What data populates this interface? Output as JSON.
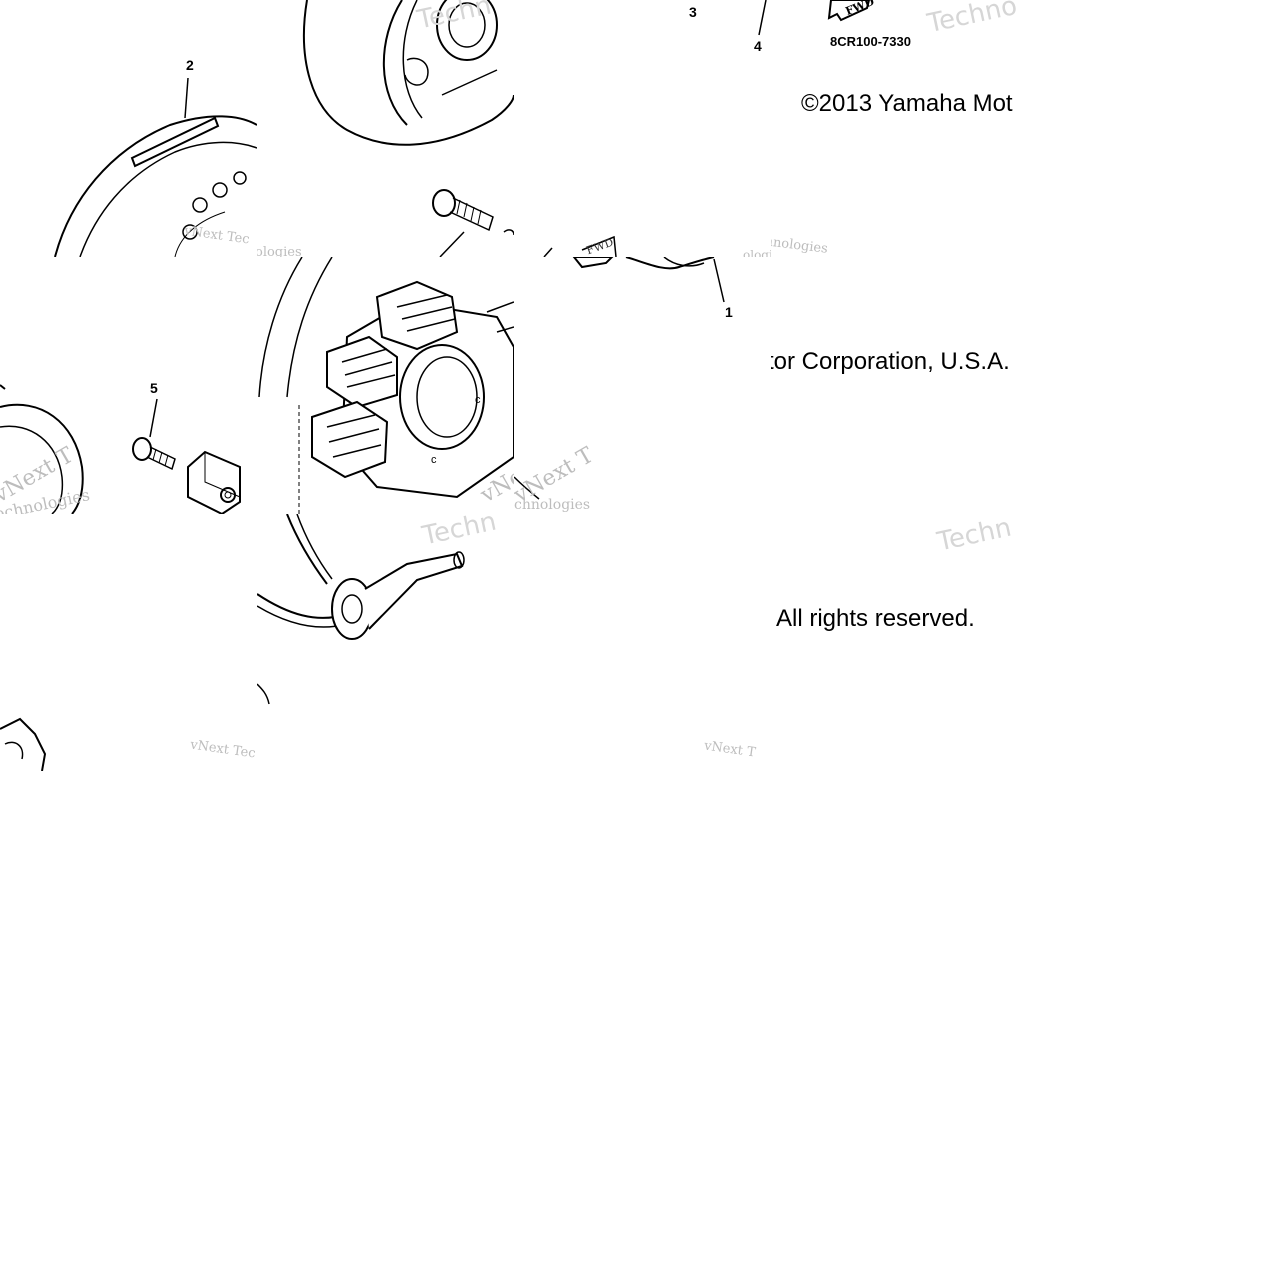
{
  "callouts": {
    "part1": "1",
    "part2": "2",
    "part3": "3",
    "part4": "4",
    "part5": "5"
  },
  "drawing_code": "8CR100-7330",
  "copyright": {
    "line1": "©2013 Yamaha Mot",
    "line2": "tor Corporation, U.S.A.",
    "line3": "All rights reserved."
  },
  "watermarks": {
    "vnext_a": "vNext Tec",
    "vnext_b": "vNext Technologies",
    "vnext_c": "vNext T",
    "technologies_fragment": "ologies",
    "technologies_fragment2": "echnologies",
    "technologies_fragment3": "chnologies",
    "techno": "Techno",
    "techn": "Techn",
    "fwd_label": "FWD"
  }
}
